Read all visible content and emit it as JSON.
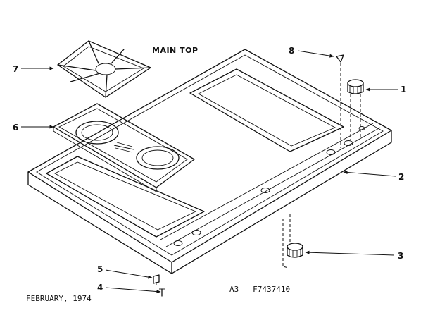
{
  "diagram": {
    "title": "MAIN TOP",
    "footer_date": "FEBRUARY, 1974",
    "footer_code": "A3   F7437410",
    "callouts": [
      {
        "id": "1",
        "label": "1"
      },
      {
        "id": "2",
        "label": "2"
      },
      {
        "id": "3",
        "label": "3"
      },
      {
        "id": "4",
        "label": "4"
      },
      {
        "id": "5",
        "label": "5"
      },
      {
        "id": "6",
        "label": "6"
      },
      {
        "id": "7",
        "label": "7"
      },
      {
        "id": "8",
        "label": "8"
      }
    ]
  }
}
